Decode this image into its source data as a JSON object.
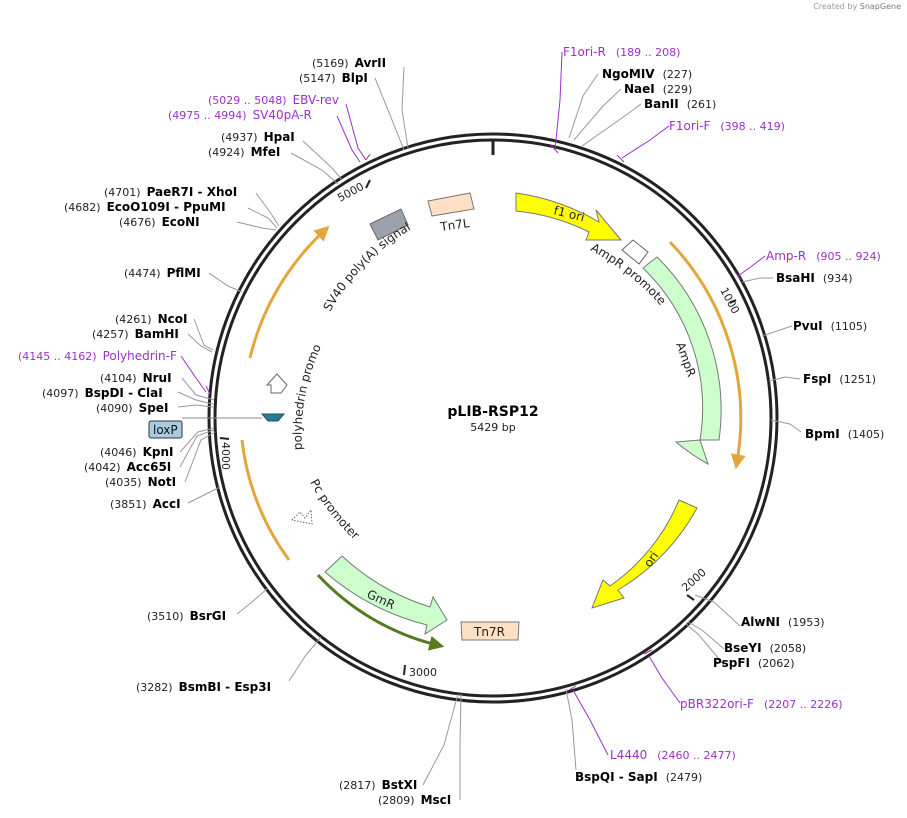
{
  "plasmid": {
    "name": "pLIB-RSP12",
    "length": "5429 bp"
  },
  "credit": {
    "prefix": "Created by",
    "brand": "SnapGene"
  },
  "ticks": [
    "1000",
    "2000",
    "3000",
    "4000",
    "5000"
  ],
  "features": {
    "f1_ori": "f1 ori",
    "ampr_promoter": "AmpR promoter",
    "ampr": "AmpR",
    "ori": "ori",
    "gmr": "GmR",
    "tn7r": "Tn7R",
    "pc_promoter": "Pc promoter",
    "polyhedrin_promoter": "polyhedrin promoter",
    "sv40_polya": "SV40 poly(A) signal",
    "tn7l": "Tn7L",
    "loxp": "loxP"
  },
  "sites": [
    {
      "pos": "(5169)",
      "name": "AvrII"
    },
    {
      "pos": "(5147)",
      "name": "BlpI"
    },
    {
      "pos": "(4937)",
      "name": "HpaI"
    },
    {
      "pos": "(4924)",
      "name": "MfeI"
    },
    {
      "pos": "(4701)",
      "name": "PaeR7I",
      "name2": "XhoI"
    },
    {
      "pos": "(4682)",
      "name": "EcoO109I",
      "name2": "PpuMI"
    },
    {
      "pos": "(4676)",
      "name": "EcoNI"
    },
    {
      "pos": "(4474)",
      "name": "PflMI"
    },
    {
      "pos": "(4261)",
      "name": "NcoI"
    },
    {
      "pos": "(4257)",
      "name": "BamHI"
    },
    {
      "pos": "(4104)",
      "name": "NruI"
    },
    {
      "pos": "(4097)",
      "name": "BspDI",
      "name2": "ClaI"
    },
    {
      "pos": "(4090)",
      "name": "SpeI"
    },
    {
      "pos": "(4046)",
      "name": "KpnI"
    },
    {
      "pos": "(4042)",
      "name": "Acc65I"
    },
    {
      "pos": "(4035)",
      "name": "NotI"
    },
    {
      "pos": "(3851)",
      "name": "AccI"
    },
    {
      "pos": "(3510)",
      "name": "BsrGI"
    },
    {
      "pos": "(3282)",
      "name": "BsmBI",
      "name2": "Esp3I"
    },
    {
      "pos": "(2817)",
      "name": "BstXI"
    },
    {
      "pos": "(2809)",
      "name": "MscI"
    },
    {
      "pos": "(2479)",
      "name": "BspQI",
      "name2": "SapI"
    },
    {
      "pos": "(2062)",
      "name": "PspFI"
    },
    {
      "pos": "(2058)",
      "name": "BseYI"
    },
    {
      "pos": "(1953)",
      "name": "AlwNI"
    },
    {
      "pos": "(1405)",
      "name": "BpmI"
    },
    {
      "pos": "(1251)",
      "name": "FspI"
    },
    {
      "pos": "(1105)",
      "name": "PvuI"
    },
    {
      "pos": "(934)",
      "name": "BsaHI"
    },
    {
      "pos": "(261)",
      "name": "BanII"
    },
    {
      "pos": "(229)",
      "name": "NaeI"
    },
    {
      "pos": "(227)",
      "name": "NgoMIV"
    }
  ],
  "primers": [
    {
      "name": "EBV-rev",
      "range": "(5029 .. 5048)"
    },
    {
      "name": "SV40pA-R",
      "range": "(4975 .. 4994)"
    },
    {
      "name": "Polyhedrin-F",
      "range": "(4145 .. 4162)"
    },
    {
      "name": "F1ori-R",
      "range": "(189 .. 208)"
    },
    {
      "name": "F1ori-F",
      "range": "(398 .. 419)"
    },
    {
      "name": "Amp-R",
      "range": "(905 .. 924)"
    },
    {
      "name": "pBR322ori-F",
      "range": "(2207 .. 2226)"
    },
    {
      "name": "L4440",
      "range": "(2460 .. 2477)"
    }
  ],
  "colors": {
    "backbone": "#222222",
    "primer": "#9b30c8",
    "f1_ori": "#ffff00",
    "ori": "#ffff00",
    "ampr": "#ccffcc",
    "gmr": "#ccffcc",
    "tn7": "#ffe0c4",
    "sv40": "#9aa3ad",
    "orf_arrow": "#e4a53b",
    "gmr_orf": "#557a1f",
    "loxp": "#a8ccdf",
    "polyhedrin_marker": "#2a7a93"
  }
}
